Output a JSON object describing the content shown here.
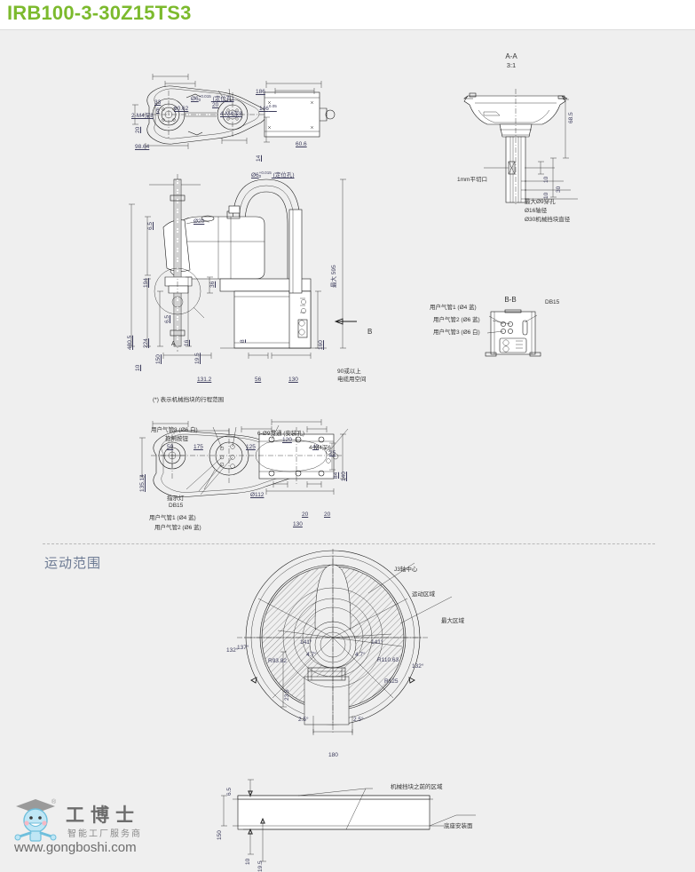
{
  "header": {
    "title": "IRB100-3-30Z15TS3"
  },
  "drawings": {
    "top_view": {
      "name": "top-view",
      "dims": {
        "d_2m4": "2-M4深8",
        "d_33": "33",
        "d_6": "6",
        "d_20a": "20",
        "d_20b": "20",
        "d_6062": "60.62",
        "d_9864": "98.64",
        "d_606": "60.6",
        "d_186": "186",
        "d_146": "146",
        "d_146_tol": "0.05",
        "d_hole_top": "Ø6",
        "d_hole_top_tol_up": "+0.015",
        "d_hole_top_tol_lo": "0",
        "d_hole_top_note": "(定位孔)",
        "d_4m4": "4-M4深8",
        "d_hole_bot": "Ø6",
        "d_hole_bot_tol_up": "+0.015",
        "d_hole_bot_tol_lo": "0",
        "d_hole_bot_note": "(定位孔)",
        "d_14": "14"
      }
    },
    "section_aa": {
      "name": "section-a-a",
      "caption": "A-A",
      "scale": "3:1",
      "dims": {
        "d_685": "68.5",
        "d_30": "30",
        "d_10a": "10",
        "d_10b": "10",
        "flat_note": "1mm平切口",
        "bore_note": "最大Ø9穿孔",
        "shaft_note": "Ø16轴径",
        "stop_note": "Ø30机械挡块直径"
      }
    },
    "side_view": {
      "name": "side-view",
      "dims": {
        "d_4805": "480.5",
        "d_194": "194",
        "d_224": "224",
        "d_150": "150",
        "d_1312": "131.2",
        "d_195": "19.5",
        "d_10": "10",
        "d_16": "16",
        "d_36": "36",
        "d_160": "160",
        "d_56": "56",
        "d_130": "130",
        "d_8": "8",
        "d_65a": "6.5",
        "d_65b": "6.5",
        "d_d20": "Ø20",
        "d_max595": "最大 595",
        "cable_space": "90或以上\n电缆用空间",
        "arrow_b": "B",
        "section_mark_a": "A",
        "note": "(*) 表示机械挡块的行程范围"
      }
    },
    "section_bb": {
      "name": "section-b-b",
      "caption": "B-B",
      "labels": {
        "air1": "用户气管1 (Ø4 蓝)",
        "air2": "用户气管2 (Ø6 蓝)",
        "air3": "用户气管3 (Ø6 白)",
        "db15": "DB15"
      }
    },
    "bottom_view": {
      "name": "bottom-view",
      "dims": {
        "d_50": "50",
        "d_175": "175",
        "d_125": "125",
        "d_120": "120",
        "d_40": "40",
        "d_25": "25",
        "d_130": "130",
        "d_20a": "20",
        "d_20b": "20",
        "d_13514": "135.14",
        "d_140": "140",
        "d_84": "84",
        "d_d112": "Ø112"
      },
      "labels": {
        "air3": "用户气管3 (Ø6 白)",
        "brake_btn": "抱闸按钮",
        "indicator": "指示灯",
        "db15": "DB15",
        "air1": "用户气管1 (Ø4 蓝)",
        "air2": "用户气管2 (Ø6 蓝)",
        "mount_holes": "6-Ø9贯通 (安装孔)",
        "m4": "4-M4深6"
      }
    },
    "motion_range": {
      "name": "motion-range",
      "section_title": "运动范围",
      "labels": {
        "j3_center": "J3轴中心",
        "motion_zone": "运动区域",
        "max_zone": "最大区域",
        "stopper_zone": "机械挡块之前的区域",
        "base_face": "底座安装面"
      },
      "dims": {
        "a_141_l": "141°",
        "a_141_r": "141°",
        "a_47_l": "4.7°",
        "a_47_r": "4.7°",
        "a_132_l": "132°",
        "a_132_r": "132°",
        "a_25_l": "2.5°",
        "a_25_r": "2.5°",
        "a_137": "137°",
        "r_9382": "R93.82",
        "r_11063": "R110.63",
        "r_125": "R125",
        "d_235": "23.5",
        "d_180": "180",
        "d_150": "150",
        "d_65": "6.5",
        "d_10": "10",
        "d_195": "19.5"
      }
    }
  },
  "footer": {
    "brand_cn": "工博士",
    "tagline": "智能工厂服务商",
    "url": "www.gongboshi.com",
    "registered": "®"
  }
}
